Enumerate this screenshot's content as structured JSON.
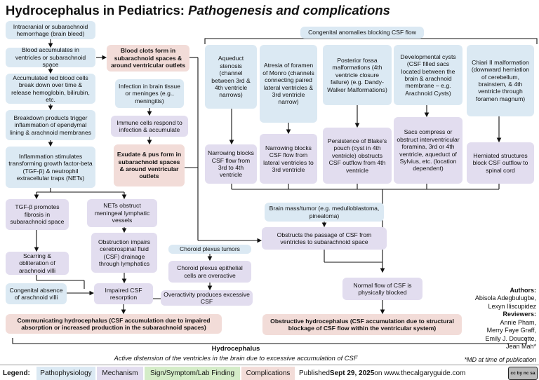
{
  "title": {
    "main": "Hydrocephalus in Pediatrics:",
    "sub": "Pathogenesis and complications"
  },
  "congenital_header": "Congenital anomalies blocking CSF flow",
  "left_chain": [
    "Intracranial or subarachnoid hemorrhage (brain bleed)",
    "Blood accumulates in ventricles or subarachnoid space",
    "Accumulated red blood cells break down over time & release hemoglobin, bilirubin, etc.",
    "Breakdown products trigger inflammation of ependymal lining & arachnoid membranes",
    "Inflammation stimulates transforming growth factor-beta (TGF-β) & neutrophil extracellular traps (NETs)"
  ],
  "blood_clots": "Blood clots form in subarachnoid spaces & around ventricular outlets",
  "infection": "Infection in brain tissue or meninges (e.g., meningitis)",
  "immune": "Immune cells respond to infection & accumulate",
  "exudate": "Exudate & pus form in subarachnoid spaces & around ventricular outlets",
  "tgf": "TGF-β promotes fibrosis in subarachnoid space",
  "scarring": "Scarring & obliteration of arachnoid villi",
  "congenital_absence": "Congenital absence of arachnoid villi",
  "nets": "NETs obstruct meningeal lymphatic vessels",
  "obstruction_impairs": "Obstruction impairs cerebrospinal fluid (CSF) drainage through lymphatics",
  "impaired_resorption": "Impaired CSF resorption",
  "choroid_tumors": "Choroid plexus tumors",
  "choroid_overactive": "Choroid plexus epithelial cells are overactive",
  "overactivity": "Overactivity produces excessive CSF",
  "communicating": "Communicating hydrocephalus (CSF accumulation due to impaired absorption or increased production in the subarachnoid spaces)",
  "aqueduct": "Aqueduct stenosis (channel between 3rd & 4th ventricle narrows)",
  "aqueduct_result": "Narrowing blocks CSF flow from 3rd to 4th ventricle",
  "atresia": "Atresia of foramen of Monro (channels connecting paired lateral ventricles & 3rd ventricle narrow)",
  "atresia_result": "Narrowing blocks CSF flow from lateral ventricles to 3rd ventricle",
  "posterior": "Posterior fossa malformations (4th ventricle closure failure) (e.g. Dandy-Walker Malformations)",
  "posterior_result": "Persistence of Blake's pouch (cyst in 4th ventricle) obstructs CSF outflow from 4th ventricle",
  "cysts": "Developmental cysts (CSF filled sacs located between the brain & arachnoid membrane – e.g. Arachnoid Cysts)",
  "cysts_result": "Sacs compress or obstruct interventricular foramina, 3rd or 4th ventricle, aqueduct of Sylvius, etc. (location dependent)",
  "chiari": "Chiari II malformation (downward herniation of cerebellum, brainstem, & 4th ventricle through foramen magnum)",
  "chiari_result": "Herniated structures block CSF outflow to spinal cord",
  "brain_mass": "Brain mass/tumor (e.g. medulloblastoma, pinealoma)",
  "obstructs_passage": "Obstructs the passage of CSF from ventricles to subarachnoid space",
  "normal_flow": "Normal flow of CSF is physically blocked",
  "obstructive": "Obstructive hydrocephalus (CSF accumulation due to structural blockage of CSF flow within the ventricular system)",
  "hydrocephalus": {
    "title": "Hydrocephalus",
    "desc": "Active distension of the ventricles in the brain due to excessive accumulation of CSF"
  },
  "authors": {
    "authors_label": "Authors:",
    "authors": [
      "Abisola Adegbulugbe,",
      "Lexyn Iliscupidez"
    ],
    "reviewers_label": "Reviewers:",
    "reviewers": [
      "Annie Pham,",
      "Merry Faye Graff,",
      "Emily J. Doucette,",
      "Jean Mah*"
    ],
    "note": "*MD at time of publication"
  },
  "legend": {
    "label": "Legend:",
    "items": [
      {
        "text": "Pathophysiology",
        "color": "#dbe9f3"
      },
      {
        "text": "Mechanism",
        "color": "#e2ddef"
      },
      {
        "text": "Sign/Symptom/Lab Finding",
        "color": "#d4ecc8"
      },
      {
        "text": "Complications",
        "color": "#f2dcd8"
      }
    ],
    "published_prefix": "Published ",
    "published_date": "Sept 29, 2025",
    "published_suffix": " on www.thecalgaryguide.com",
    "license": "cc by nc sa"
  }
}
